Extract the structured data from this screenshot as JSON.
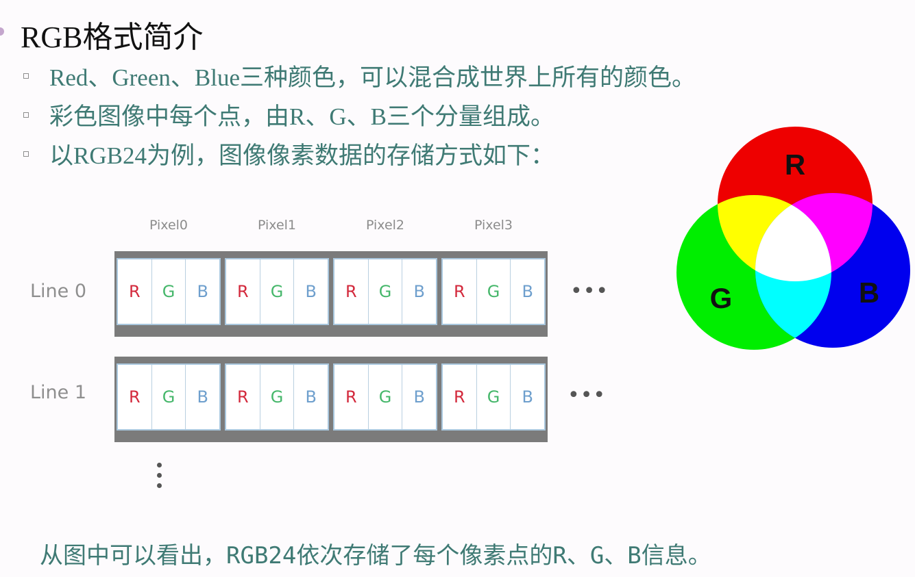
{
  "title": "RGB格式简介",
  "bullets": [
    "Red、Green、Blue三种颜色，可以混合成世界上所有的颜色。",
    "彩色图像中每个点，由R、G、B三个分量组成。",
    "以RGB24为例，图像像素数据的存储方式如下："
  ],
  "diagram": {
    "pixel_labels": [
      "Pixel0",
      "Pixel1",
      "Pixel2",
      "Pixel3"
    ],
    "lines": [
      {
        "label": "Line 0",
        "cells": [
          "R",
          "G",
          "B"
        ]
      },
      {
        "label": "Line 1",
        "cells": [
          "R",
          "G",
          "B"
        ]
      }
    ],
    "h_ellipsis": "•••"
  },
  "venn": {
    "labels": {
      "r": "R",
      "g": "G",
      "b": "B"
    },
    "colors": {
      "red": "#ee0000",
      "green": "#00ee00",
      "blue": "#0000ee",
      "yellow": "#ffff00",
      "magenta": "#ff00ff",
      "cyan": "#00ffff",
      "white": "#ffffff"
    }
  },
  "footer": "从图中可以看出，RGB24依次存储了每个像素点的R、G、B信息。"
}
